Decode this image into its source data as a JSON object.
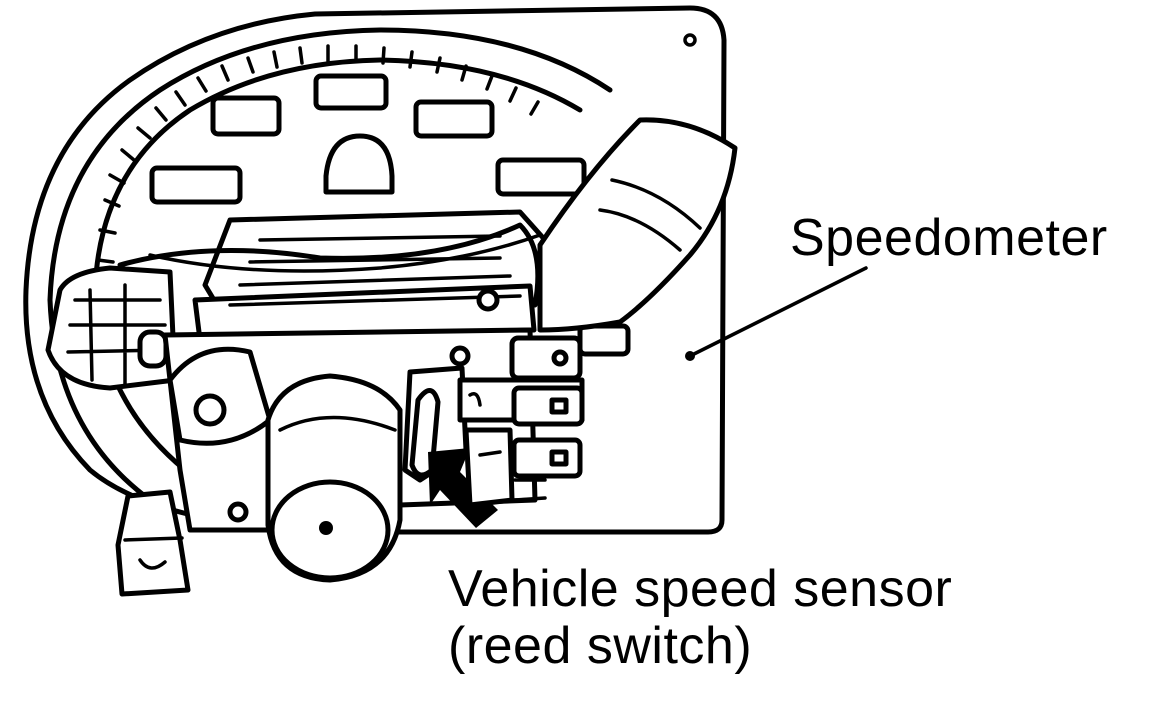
{
  "labels": {
    "speedometer": "Speedometer",
    "sensor_line1": "Vehicle speed sensor",
    "sensor_line2": "(reed switch)"
  },
  "colors": {
    "ink": "#000000",
    "background": "#ffffff"
  }
}
